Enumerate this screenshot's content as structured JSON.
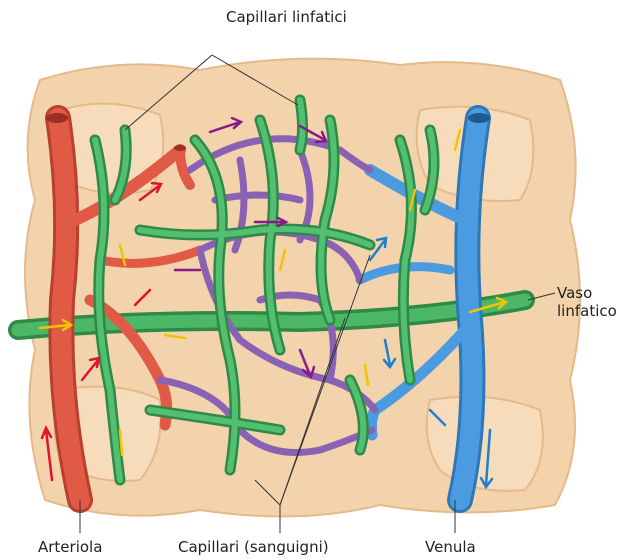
{
  "labels": {
    "capillari_linfatici": "Capillari linfatici",
    "vaso_linfatico_1": "Vaso",
    "vaso_linfatico_2": "linfatico",
    "arteriola": "Arteriola",
    "capillari_sanguigni": "Capillari (sanguigni)",
    "venula": "Venula"
  },
  "colors": {
    "tissue": "#f3d3ab",
    "tissue_dark": "#e7b98a",
    "artery": "#e15a45",
    "capillary": "#8a62b4",
    "vein": "#4a9be0",
    "lymph": "#3fa35a",
    "arrow_red": "#e0142a",
    "arrow_purple": "#8a1a8a",
    "arrow_blue": "#1f7fd0",
    "arrow_yellow": "#f2c400"
  }
}
